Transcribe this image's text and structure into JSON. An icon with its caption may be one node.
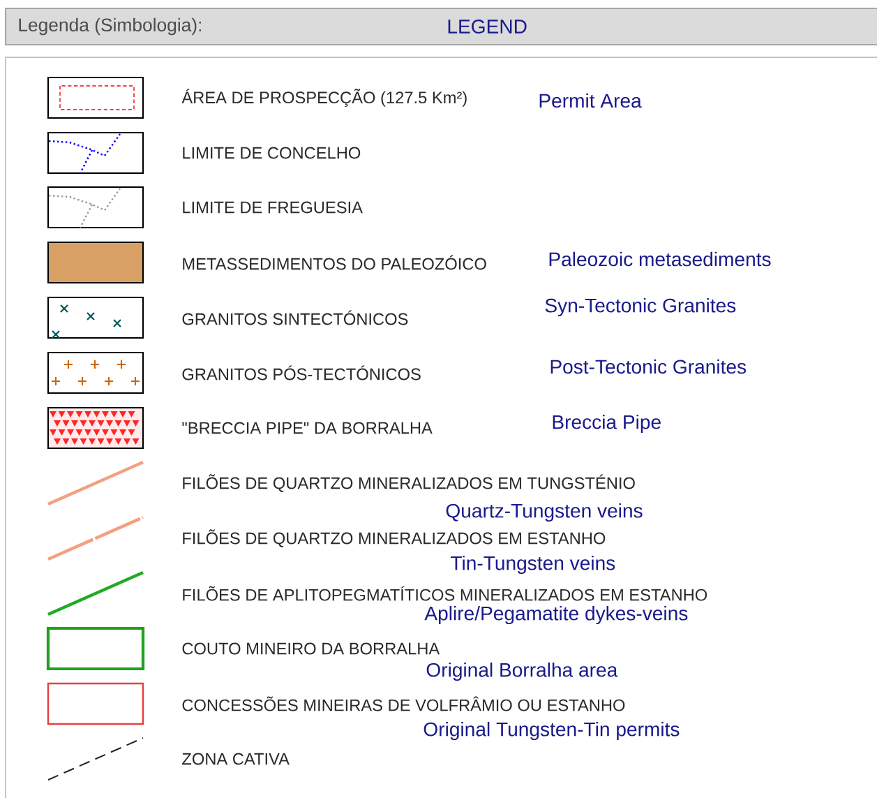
{
  "diagram": {
    "title": "Legenda (Simbologia):",
    "labels": [
      "LEGEND",
      "Permit Area",
      "Paleozoic metasediments",
      "Syn-Tectonic Granites",
      "Post-Tectonic Granites",
      "Breccia Pipe",
      "Quartz-Tungsten veins",
      "Tin-Tungsten veins",
      "Aplire/Pegamatite dykes-veins",
      "Original Borralha area",
      "Original Tungsten-Tin permits"
    ],
    "legend": [
      {
        "text": "ÁREA DE PROSPECÇÃO (127.5  Km²)"
      },
      {
        "text": "LIMITE DE CONCELHO"
      },
      {
        "text": "LIMITE DE FREGUESIA"
      },
      {
        "text": "METASSEDIMENTOS DO PALEOZÓICO",
        "color": "#d9a066"
      },
      {
        "text": "GRANITOS SINTECTÓNICOS"
      },
      {
        "text": "GRANITOS PÓS-TECTÓNICOS"
      },
      {
        "text": "\"BRECCIA PIPE\" DA BORRALHA"
      },
      {
        "text": "FILÕES DE QUARTZO MINERALIZADOS EM TUNGSTÉNIO"
      },
      {
        "text": "FILÕES DE QUARTZO MINERALIZADOS EM ESTANHO"
      },
      {
        "text": "FILÕES DE APLITOPEGMATÍTICOS MINERALIZADOS EM ESTANHO"
      },
      {
        "text": "COUTO MINEIRO DA BORRALHA"
      },
      {
        "text": "CONCESSÕES MINEIRAS DE VOLFRÂMIO OU ESTANHO"
      },
      {
        "text": "ZONA CATIVA"
      }
    ]
  }
}
